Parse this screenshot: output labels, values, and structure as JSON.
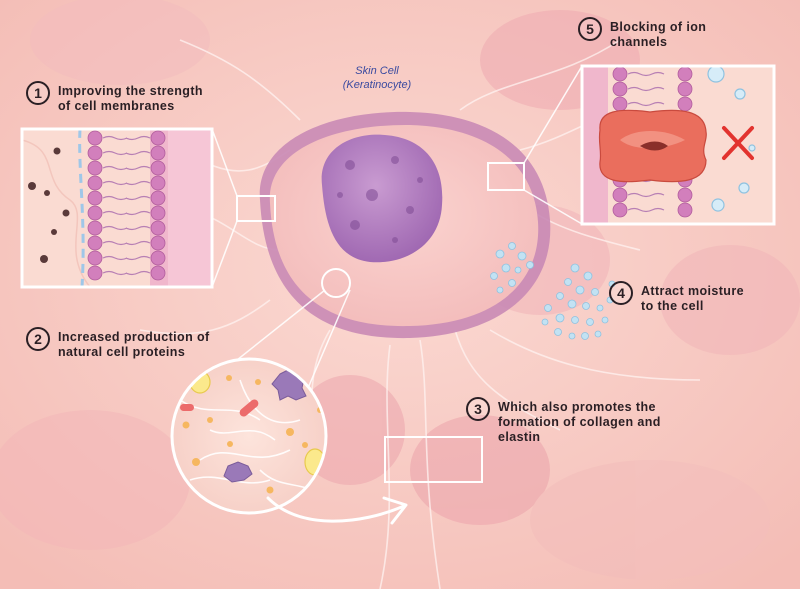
{
  "cell_title": {
    "line1": "Skin Cell",
    "line2": "(Keratinocyte)"
  },
  "callouts": [
    {
      "number": "1",
      "text": "Improving the strength\nof cell membranes"
    },
    {
      "number": "2",
      "text": "Increased production of\nnatural cell proteins"
    },
    {
      "number": "3",
      "text": "Which also promotes the\nformation of collagen and\nelastin"
    },
    {
      "number": "4",
      "text": "Attract moisture\nto the cell"
    },
    {
      "number": "5",
      "text": "Blocking of ion\nchannels"
    }
  ],
  "colors": {
    "background": "#f7c9c3",
    "cell_membrane": "#c98ab5",
    "nucleus": "#a971b8",
    "lipid_heads": "#d27fbc",
    "water": "#b6daf0",
    "ion_channel": "#ea6e5d",
    "blocked_mark": "#e2332f",
    "text": "#2a1f24",
    "title": "#3a4aa0"
  },
  "icons": [
    "blocked-x-icon",
    "arrow-icon"
  ]
}
